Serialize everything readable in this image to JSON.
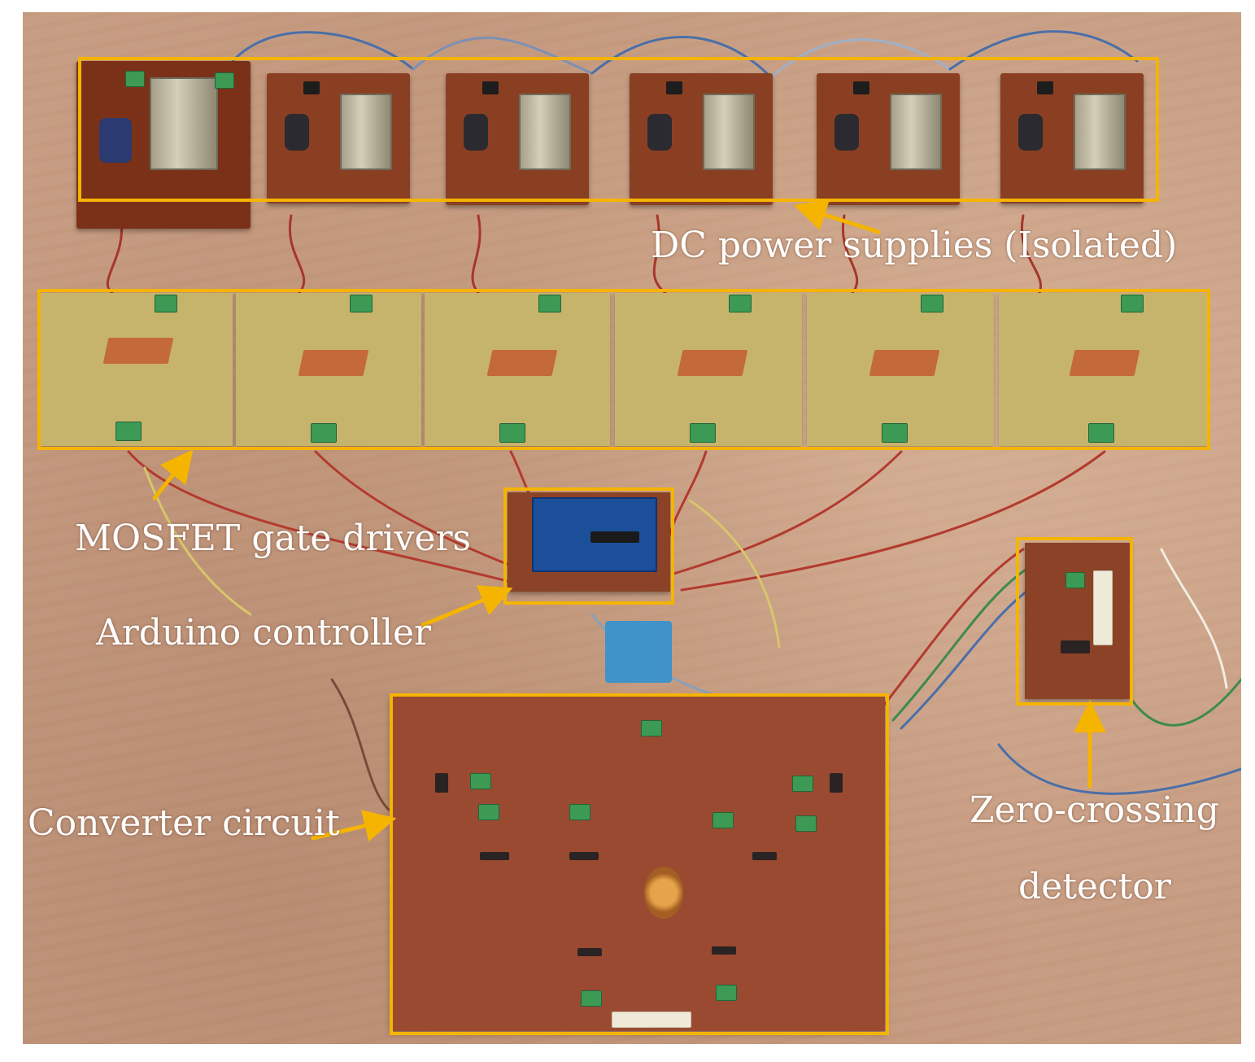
{
  "image": {
    "description_labels": {
      "dc_power_supplies": "DC power supplies (Isolated)",
      "mosfet_gate_drivers": "MOSFET gate drivers",
      "arduino_controller": "Arduino controller",
      "converter_circuit": "Converter circuit",
      "zero_crossing_line1": "Zero-crossing",
      "zero_crossing_line2": "detector"
    },
    "colors": {
      "highlight": "#f5b400",
      "label_text": "#ffffff",
      "table_wood": "#c79d83"
    }
  }
}
